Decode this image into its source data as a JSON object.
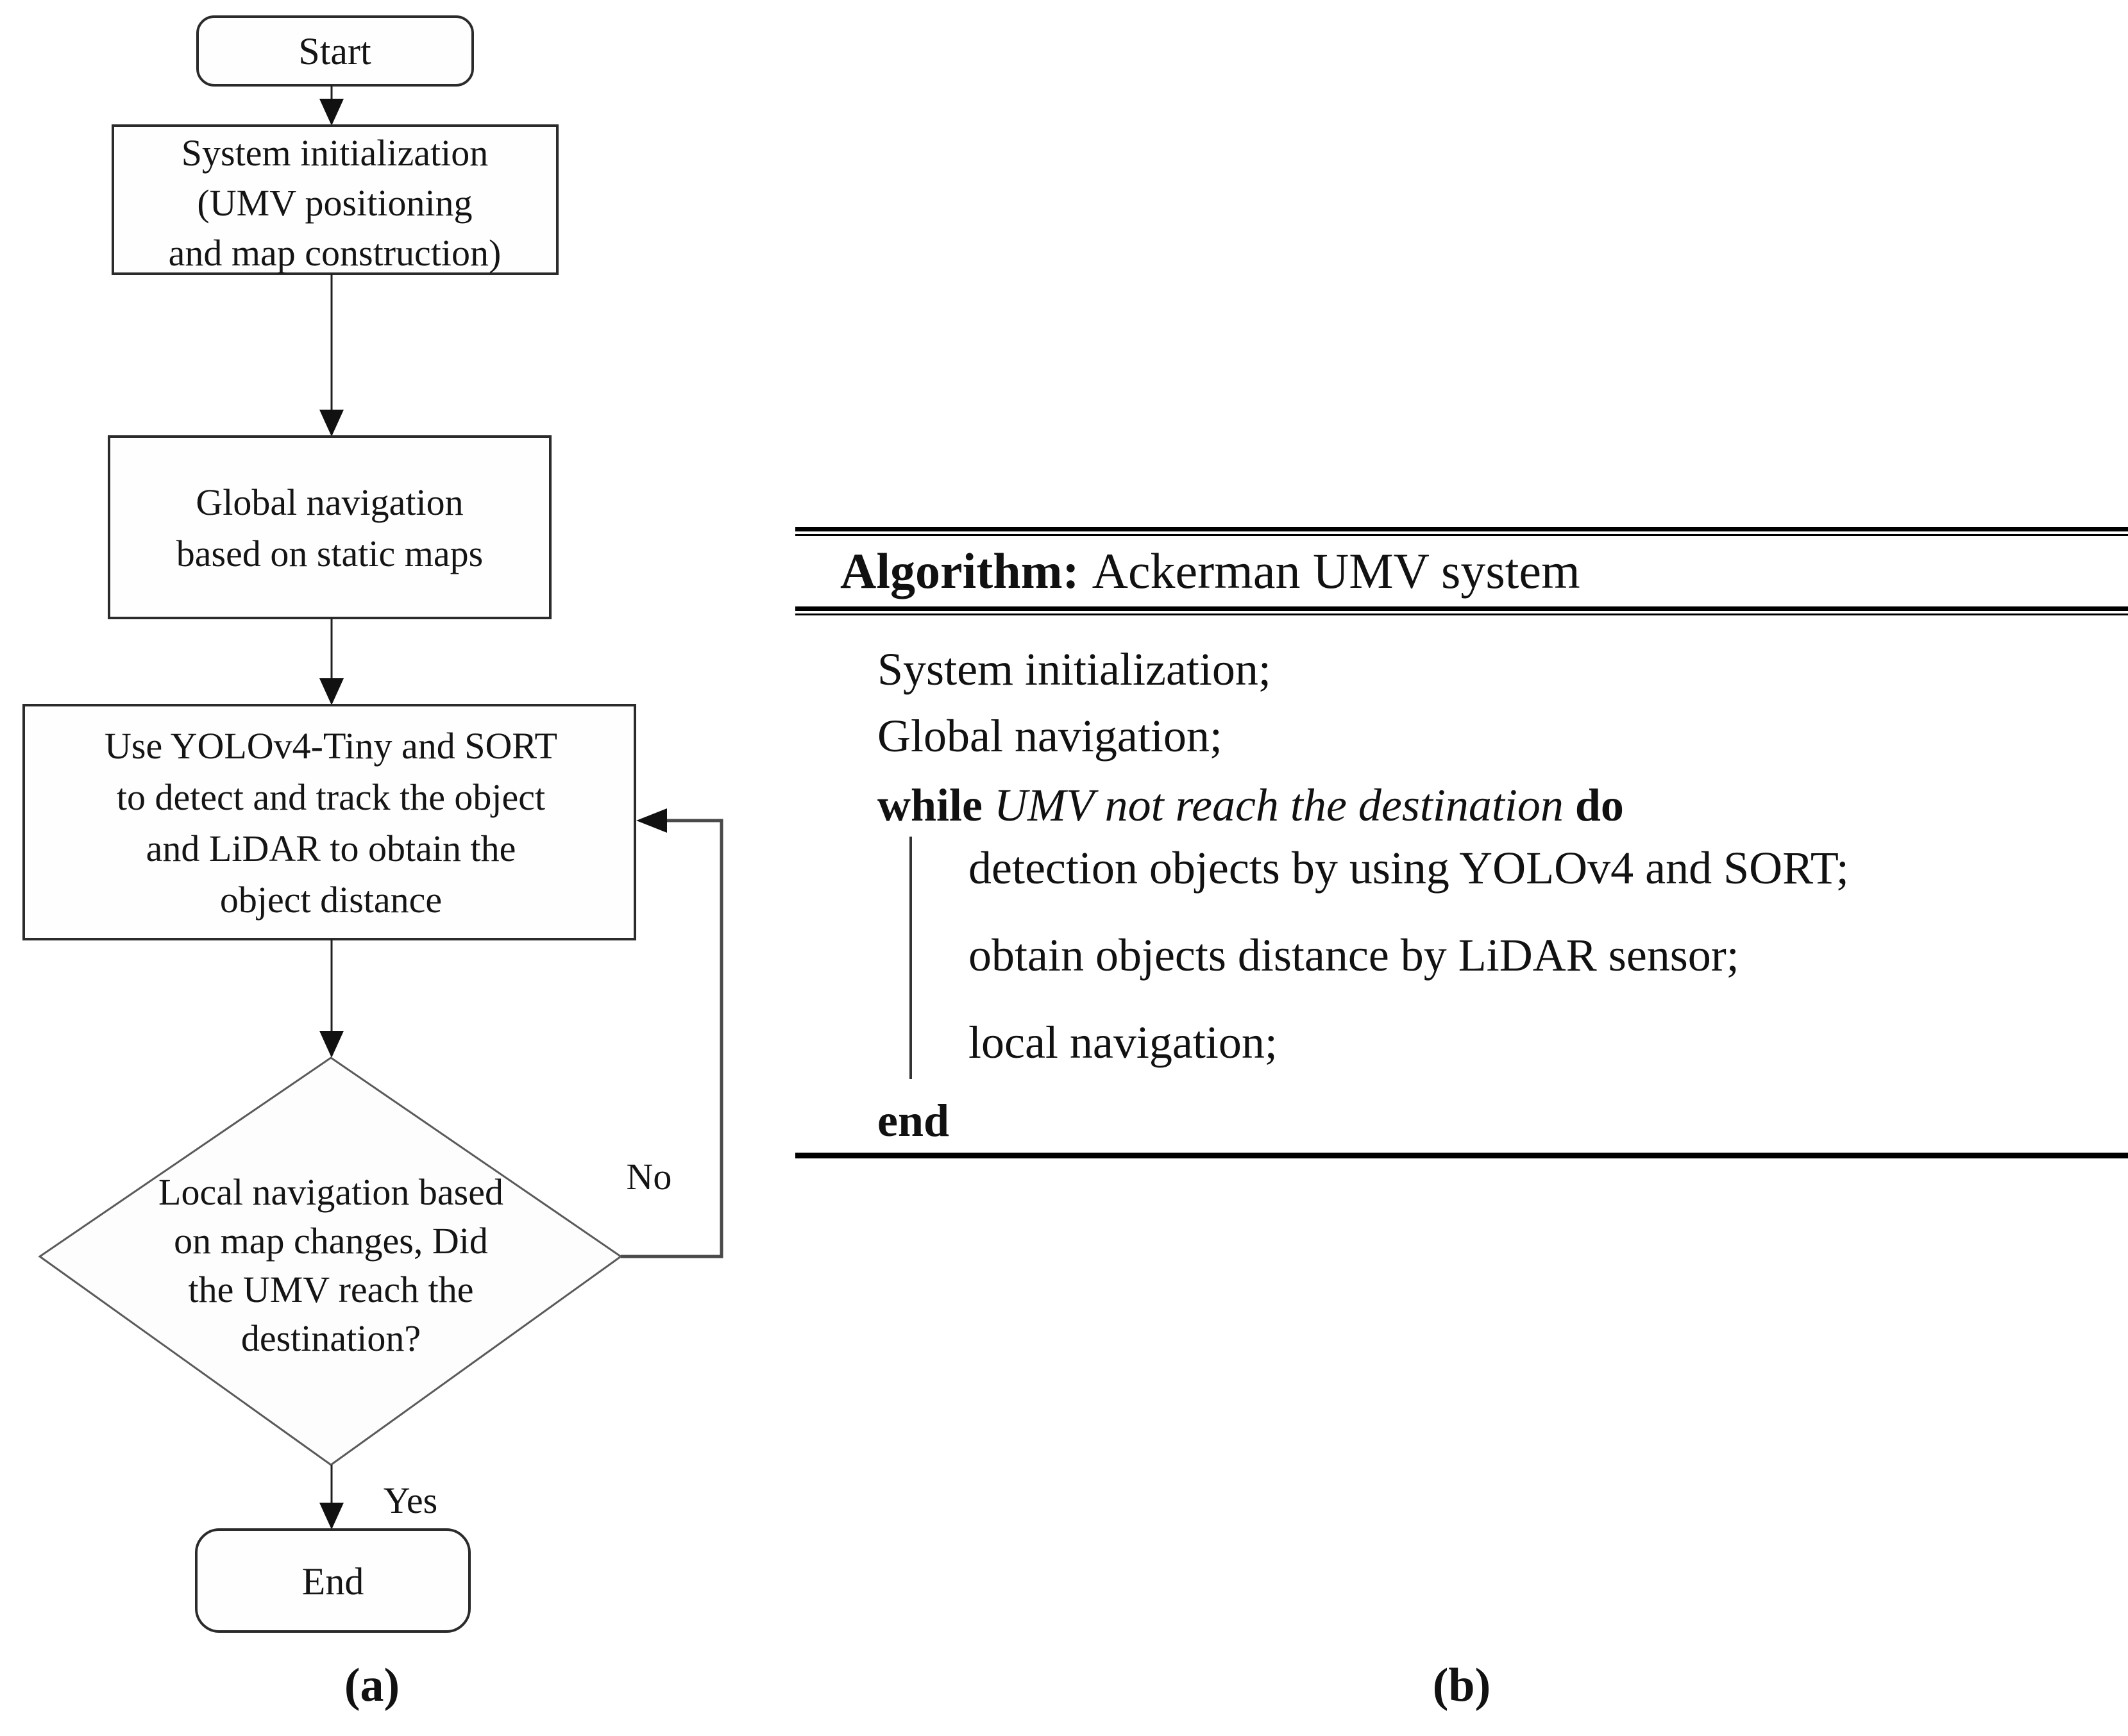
{
  "flowchart": {
    "nodes": {
      "start": {
        "label": "Start"
      },
      "system_init": {
        "lines": [
          "System initialization",
          "(UMV positioning",
          "and map construction)"
        ]
      },
      "global_nav": {
        "lines": [
          "Global navigation",
          "based on static maps"
        ]
      },
      "detect_track": {
        "lines": [
          "Use YOLOv4-Tiny and SORT",
          "to detect and track the object",
          "and LiDAR to obtain the",
          "object distance"
        ]
      },
      "decision": {
        "lines": [
          "Local navigation based",
          "on map changes, Did",
          "the UMV reach the",
          "destination?"
        ]
      },
      "end": {
        "label": "End"
      }
    },
    "labels": {
      "no": "No",
      "yes": "Yes"
    },
    "caption": "(a)"
  },
  "algorithm": {
    "header": {
      "keyword": "Algorithm:",
      "title": "Ackerman UMV system"
    },
    "statements": {
      "s1": "System initialization;",
      "s2": "Global navigation;",
      "while_kw": "while",
      "while_cond": "UMV not reach the destination",
      "do_kw": "do",
      "loop": [
        "detection objects by using YOLOv4 and SORT;",
        "obtain objects distance by LiDAR sensor;",
        "local navigation;"
      ],
      "end_kw": "end"
    },
    "caption": "(b)"
  },
  "colors": {
    "ink": "#111111",
    "box_border": "#2b2b2b",
    "rule": "#000000"
  }
}
